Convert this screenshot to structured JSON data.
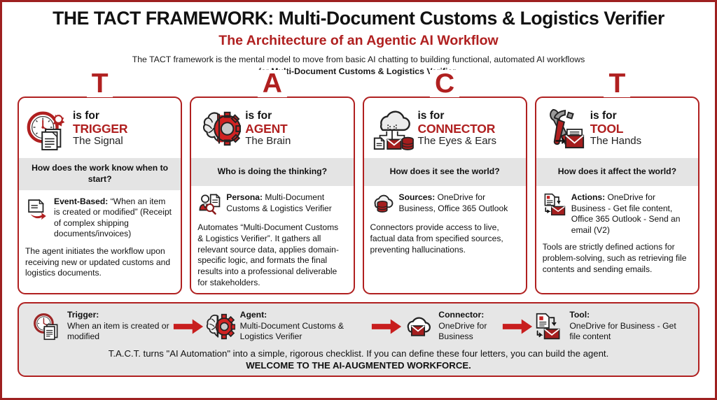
{
  "header": {
    "title": "THE TACT FRAMEWORK: Multi-Document Customs & Logistics Verifier",
    "subtitle": "The Architecture of an Agentic AI Workflow",
    "desc_line1": "The TACT framework is the mental model to move from basic AI chatting to building functional, automated AI workflows",
    "desc_line2_prefix": "for ",
    "desc_line2_bold": "Multi-Document Customs & Logistics Verifier",
    "desc_line2_suffix": "."
  },
  "colors": {
    "brand_red": "#B02020",
    "frame_red": "#9e2020",
    "band_grey": "#e4e4e4",
    "flow_grey": "#e6e6e6",
    "text_dark": "#111111"
  },
  "cards": [
    {
      "letter": "T",
      "is_for": "is for",
      "keyword": "TRIGGER",
      "tagline": "The Signal",
      "icon": "clock-documents-icon",
      "question": "How does the work know when to start?",
      "body_icon": "document-arrow-icon",
      "body_label": "Event-Based:",
      "body_text": " “When an item is created or modified” (Receipt of complex shipping documents/invoices)",
      "note": "The agent initiates the workflow upon receiving new or updated customs and logistics documents."
    },
    {
      "letter": "A",
      "is_for": "is for",
      "keyword": "AGENT",
      "tagline": "The Brain",
      "icon": "brain-gear-icon",
      "question": "Who is doing the thinking?",
      "body_icon": "persona-magnifier-icon",
      "body_label": "Persona:",
      "body_text": " Multi-Document Customs & Logistics Verifier",
      "note": "Automates “Multi-Document Customs & Logistics Verifier”. It gathers all relevant source data, applies domain-specific logic, and formats the final results into a professional deliverable for stakeholders."
    },
    {
      "letter": "C",
      "is_for": "is for",
      "keyword": "CONNECTOR",
      "tagline": "The Eyes & Ears",
      "icon": "cloud-network-icon",
      "question": "How does it see the world?",
      "body_icon": "cloud-database-icon",
      "body_label": "Sources:",
      "body_text": " OneDrive for Business, Office 365 Outlook",
      "note": "Connectors provide access to live, factual data from specified sources, preventing hallucinations."
    },
    {
      "letter": "T",
      "is_for": "is for",
      "keyword": "TOOL",
      "tagline": "The Hands",
      "icon": "wrench-hammer-mail-icon",
      "question": "How does it affect the world?",
      "body_icon": "document-to-mail-icon",
      "body_label": "Actions:",
      "body_text": " OneDrive for Business - Get file content, Office 365 Outlook - Send an email (V2)",
      "note": "Tools are strictly defined actions for problem-solving, such as retrieving file contents and sending emails."
    }
  ],
  "flow": {
    "steps": [
      {
        "icon": "clock-documents-icon",
        "label": "Trigger:",
        "value": "When an item is created or modified"
      },
      {
        "icon": "brain-gear-icon",
        "label": "Agent:",
        "value": "Multi-Document Customs & Logistics Verifier"
      },
      {
        "icon": "cloud-mail-icon",
        "label": "Connector:",
        "value": "OneDrive for Business"
      },
      {
        "icon": "document-to-mail-icon",
        "label": "Tool:",
        "value": "OneDrive for Business - Get file content"
      }
    ],
    "arrow_icon": "right-arrow-icon",
    "footer_line1": "T.A.C.T. turns \"AI Automation\" into a simple, rigorous checklist. If you can define these four letters, you can build the agent.",
    "footer_line2": "WELCOME TO THE AI-AUGMENTED WORKFORCE."
  }
}
